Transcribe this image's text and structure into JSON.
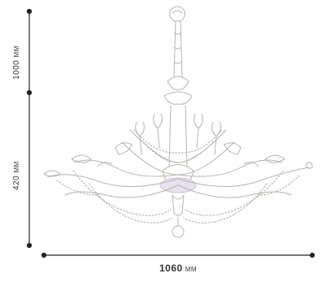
{
  "dimensions": {
    "top_height": {
      "value": "1000",
      "unit": "MM"
    },
    "bottom_height": {
      "value": "420",
      "unit": "MM"
    },
    "width": {
      "value": "1060",
      "unit": "MM"
    }
  },
  "colors": {
    "dimension_line": "#222222",
    "sketch_line": "#b9b3ad",
    "glass_glow": "#c9c2d8"
  },
  "illustration": {
    "icon": "chandelier-sketch-icon"
  }
}
